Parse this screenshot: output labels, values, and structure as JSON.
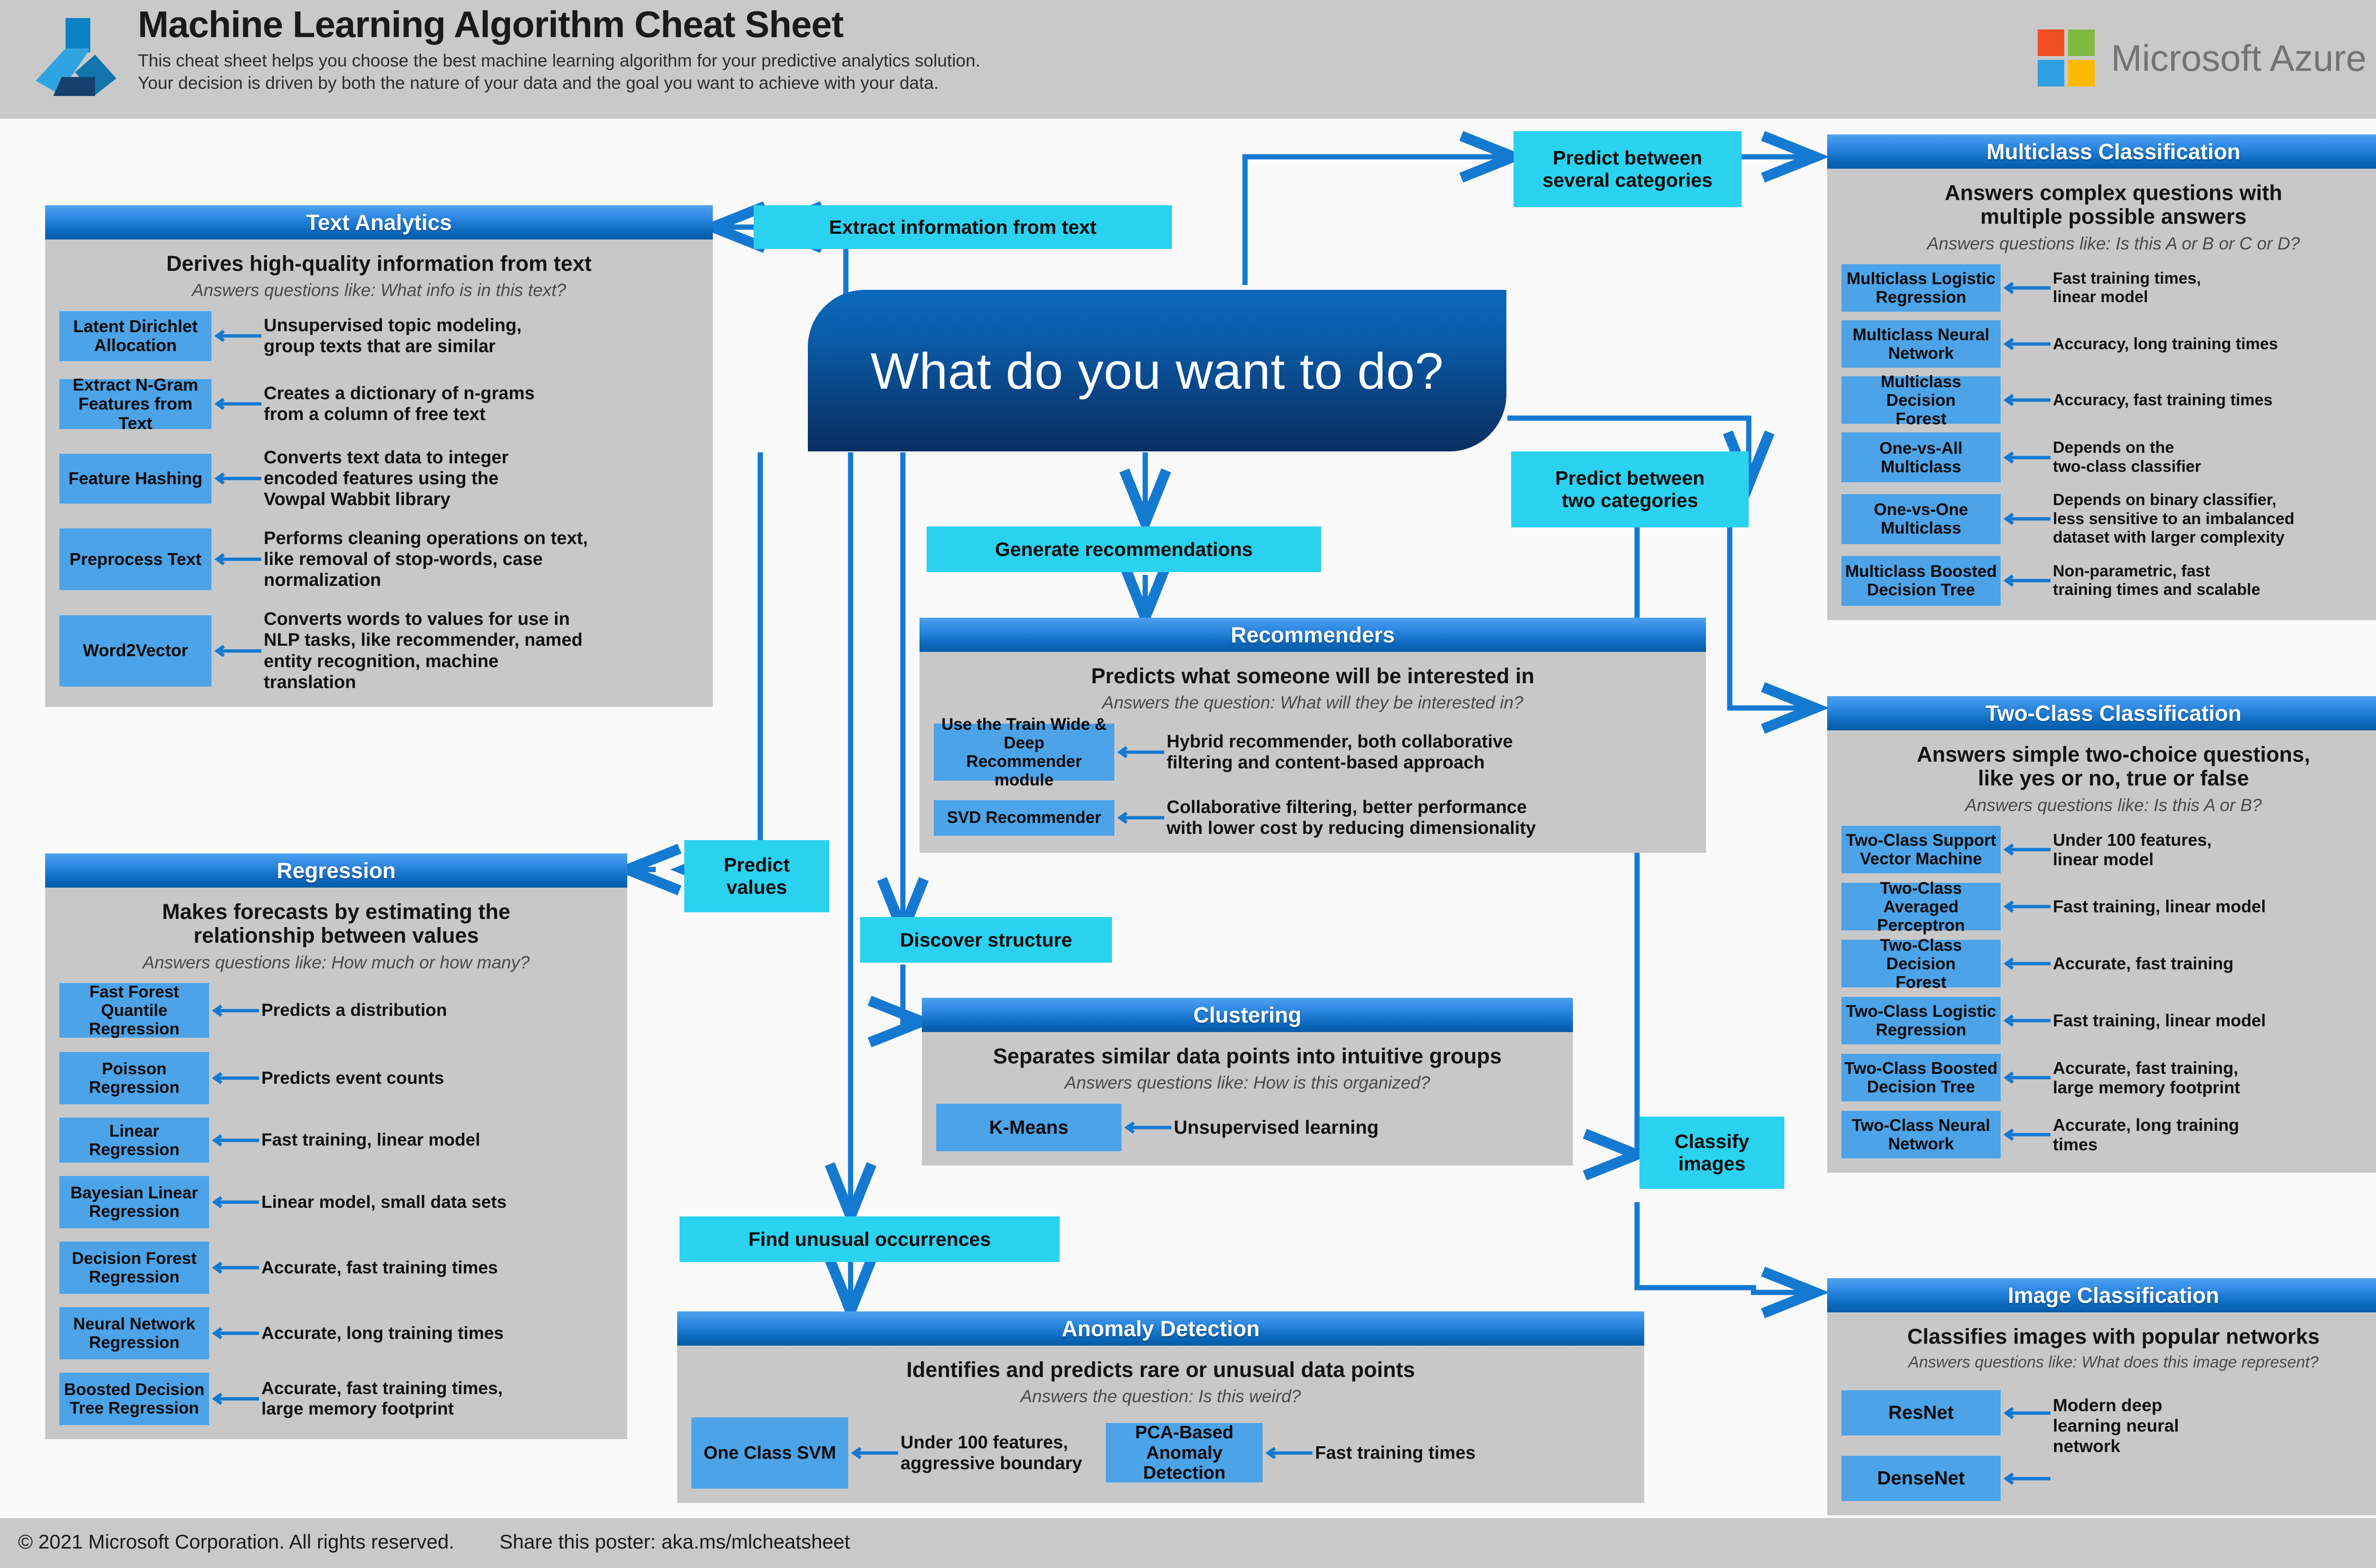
{
  "header": {
    "title": "Machine Learning Algorithm Cheat Sheet",
    "subtitle_line1": "This cheat sheet helps you choose the best machine learning algorithm for your predictive analytics solution.",
    "subtitle_line2": "Your decision is driven by both the nature of your data and the goal you want to achieve with your data.",
    "brand": "Microsoft Azure"
  },
  "hub": {
    "question": "What do you want to do?"
  },
  "decisions": {
    "extract_information": "Extract information from text",
    "predict_several": "Predict between\nseveral categories",
    "predict_two": "Predict between\ntwo categories",
    "generate_recommendations": "Generate recommendations",
    "predict_values": "Predict\nvalues",
    "discover_structure": "Discover structure",
    "find_unusual": "Find unusual occurrences",
    "classify_images": "Classify\nimages"
  },
  "panels": {
    "text_analytics": {
      "title": "Text Analytics",
      "lead": "Derives high-quality information from text",
      "sub": "Answers questions like: What info is in this text?",
      "algorithms": [
        {
          "name": "Latent Dirichlet\nAllocation",
          "desc": "Unsupervised topic modeling,\ngroup texts that are similar"
        },
        {
          "name": "Extract N-Gram\nFeatures from Text",
          "desc": "Creates a dictionary of n-grams\nfrom a column of free text"
        },
        {
          "name": "Feature Hashing",
          "desc": "Converts text data to integer\nencoded features using the\nVowpal Wabbit library"
        },
        {
          "name": "Preprocess Text",
          "desc": "Performs cleaning operations on text,\nlike removal of stop-words, case\nnormalization"
        },
        {
          "name": "Word2Vector",
          "desc": "Converts words to values for use in\nNLP tasks, like recommender, named\nentity recognition, machine\ntranslation"
        }
      ]
    },
    "regression": {
      "title": "Regression",
      "lead": "Makes forecasts by estimating the\nrelationship between values",
      "sub": "Answers questions like: How much or how many?",
      "algorithms": [
        {
          "name": "Fast Forest Quantile\nRegression",
          "desc": "Predicts a distribution"
        },
        {
          "name": "Poisson Regression",
          "desc": "Predicts event counts"
        },
        {
          "name": "Linear Regression",
          "desc": "Fast training, linear model"
        },
        {
          "name": "Bayesian Linear\nRegression",
          "desc": "Linear model, small data sets"
        },
        {
          "name": "Decision Forest\nRegression",
          "desc": "Accurate, fast training times"
        },
        {
          "name": "Neural Network\nRegression",
          "desc": "Accurate, long training times"
        },
        {
          "name": "Boosted Decision\nTree Regression",
          "desc": "Accurate, fast training times,\nlarge memory footprint"
        }
      ]
    },
    "recommenders": {
      "title": "Recommenders",
      "lead": "Predicts what someone will be interested in",
      "sub": "Answers the question: What will they be interested in?",
      "algorithms": [
        {
          "name": "Use the Train Wide & Deep\nRecommender module",
          "desc": "Hybrid recommender, both collaborative\nfiltering and content-based approach"
        },
        {
          "name": "SVD Recommender",
          "desc": "Collaborative filtering, better performance\nwith lower cost by reducing dimensionality"
        }
      ]
    },
    "clustering": {
      "title": "Clustering",
      "lead": "Separates similar data points into intuitive groups",
      "sub": "Answers questions like: How is this organized?",
      "algorithms": [
        {
          "name": "K-Means",
          "desc": "Unsupervised learning"
        }
      ]
    },
    "anomaly_detection": {
      "title": "Anomaly Detection",
      "lead": "Identifies and predicts rare or unusual data points",
      "sub": "Answers the question: Is this weird?",
      "algorithms": [
        {
          "name": "One Class SVM",
          "desc": "Under 100 features,\naggressive boundary"
        },
        {
          "name": "PCA-Based Anomaly\nDetection",
          "desc": "Fast training times"
        }
      ]
    },
    "multiclass_classification": {
      "title": "Multiclass Classification",
      "lead": "Answers complex questions with\nmultiple possible answers",
      "sub": "Answers questions like: Is this A or B or C or D?",
      "algorithms": [
        {
          "name": "Multiclass Logistic\nRegression",
          "desc": "Fast training times,\nlinear model"
        },
        {
          "name": "Multiclass Neural\nNetwork",
          "desc": "Accuracy, long training times"
        },
        {
          "name": "Multiclass Decision\nForest",
          "desc": "Accuracy, fast training times"
        },
        {
          "name": "One-vs-All\nMulticlass",
          "desc": "Depends on the\ntwo-class classifier"
        },
        {
          "name": "One-vs-One\nMulticlass",
          "desc": "Depends on binary classifier,\nless sensitive to an imbalanced\ndataset with larger complexity"
        },
        {
          "name": "Multiclass Boosted\nDecision Tree",
          "desc": "Non-parametric, fast\ntraining times and scalable"
        }
      ]
    },
    "two_class_classification": {
      "title": "Two-Class Classification",
      "lead": "Answers simple two-choice questions,\nlike yes or no, true or false",
      "sub": "Answers questions like: Is this A or B?",
      "algorithms": [
        {
          "name": "Two-Class Support\nVector Machine",
          "desc": "Under 100 features,\nlinear model"
        },
        {
          "name": "Two-Class Averaged\nPerceptron",
          "desc": "Fast training, linear model"
        },
        {
          "name": "Two-Class Decision\nForest",
          "desc": "Accurate, fast training"
        },
        {
          "name": "Two-Class Logistic\nRegression",
          "desc": "Fast training, linear model"
        },
        {
          "name": "Two-Class Boosted\nDecision Tree",
          "desc": "Accurate, fast training,\nlarge memory footprint"
        },
        {
          "name": "Two-Class Neural\nNetwork",
          "desc": "Accurate, long training\ntimes"
        }
      ]
    },
    "image_classification": {
      "title": "Image Classification",
      "lead": "Classifies images with popular networks",
      "sub": "Answers questions like: What does this image represent?",
      "algorithms": [
        {
          "name": "ResNet",
          "desc": "Modern deep\nlearning neural\nnetwork"
        },
        {
          "name": "DenseNet",
          "desc": ""
        }
      ]
    }
  },
  "footer": {
    "copyright": "© 2021 Microsoft Corporation. All rights reserved.",
    "share": "Share this poster: aka.ms/mlcheatsheet"
  },
  "colors": {
    "accent_blue": "#0f6cbf",
    "chip_blue": "#4ca3e8",
    "cyan_label": "#2ad2f0",
    "panel_grey": "#c8c8c8",
    "header_grey": "#c9c9c9"
  }
}
